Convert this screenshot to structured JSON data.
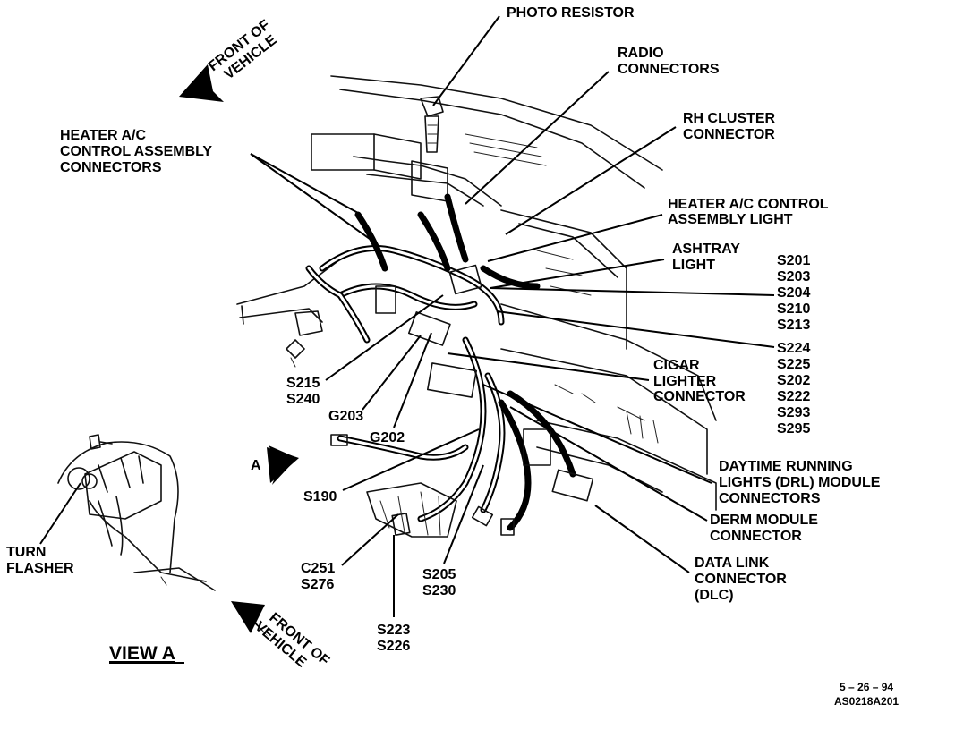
{
  "labels": {
    "photo_resistor": "PHOTO RESISTOR",
    "radio_connectors": [
      "RADIO",
      "CONNECTORS"
    ],
    "rh_cluster_connector": [
      "RH CLUSTER",
      "CONNECTOR"
    ],
    "heater_ac_control_assembly_light": [
      "HEATER A/C CONTROL",
      "ASSEMBLY LIGHT"
    ],
    "ashtray_light": [
      "ASHTRAY",
      "LIGHT"
    ],
    "heater_ac_control_assembly_connectors": [
      "HEATER A/C",
      "CONTROL ASSEMBLY",
      "CONNECTORS"
    ],
    "splices_group_1": [
      "S201",
      "S203",
      "S204",
      "S210",
      "S213"
    ],
    "splices_group_2": [
      "S224",
      "S225",
      "S202",
      "S222",
      "S293",
      "S295"
    ],
    "cigar_lighter_connector": [
      "CIGAR",
      "LIGHTER",
      "CONNECTOR"
    ],
    "s215_s240": [
      "S215",
      "S240"
    ],
    "g203": "G203",
    "g202": "G202",
    "view_marker": "A",
    "s190": "S190",
    "daytime_running_lights": [
      "DAYTIME RUNNING",
      "LIGHTS (DRL) MODULE",
      "CONNECTORS"
    ],
    "derm_module_connector": [
      "DERM MODULE",
      "CONNECTOR"
    ],
    "data_link_connector": [
      "DATA LINK",
      "CONNECTOR",
      "(DLC)"
    ],
    "c251_s276": [
      "C251",
      "S276"
    ],
    "s205_s230": [
      "S205",
      "S230"
    ],
    "s223_s226": [
      "S223",
      "S226"
    ],
    "turn_flasher": [
      "TURN",
      "FLASHER"
    ],
    "view_a": "VIEW A",
    "front_of_vehicle_top": [
      "FRONT OF",
      "VEHICLE"
    ],
    "front_of_vehicle_bottom": [
      "FRONT OF",
      "VEHICLE"
    ],
    "date_code": "5 – 26 – 94",
    "figure_code": "AS0218A201"
  }
}
